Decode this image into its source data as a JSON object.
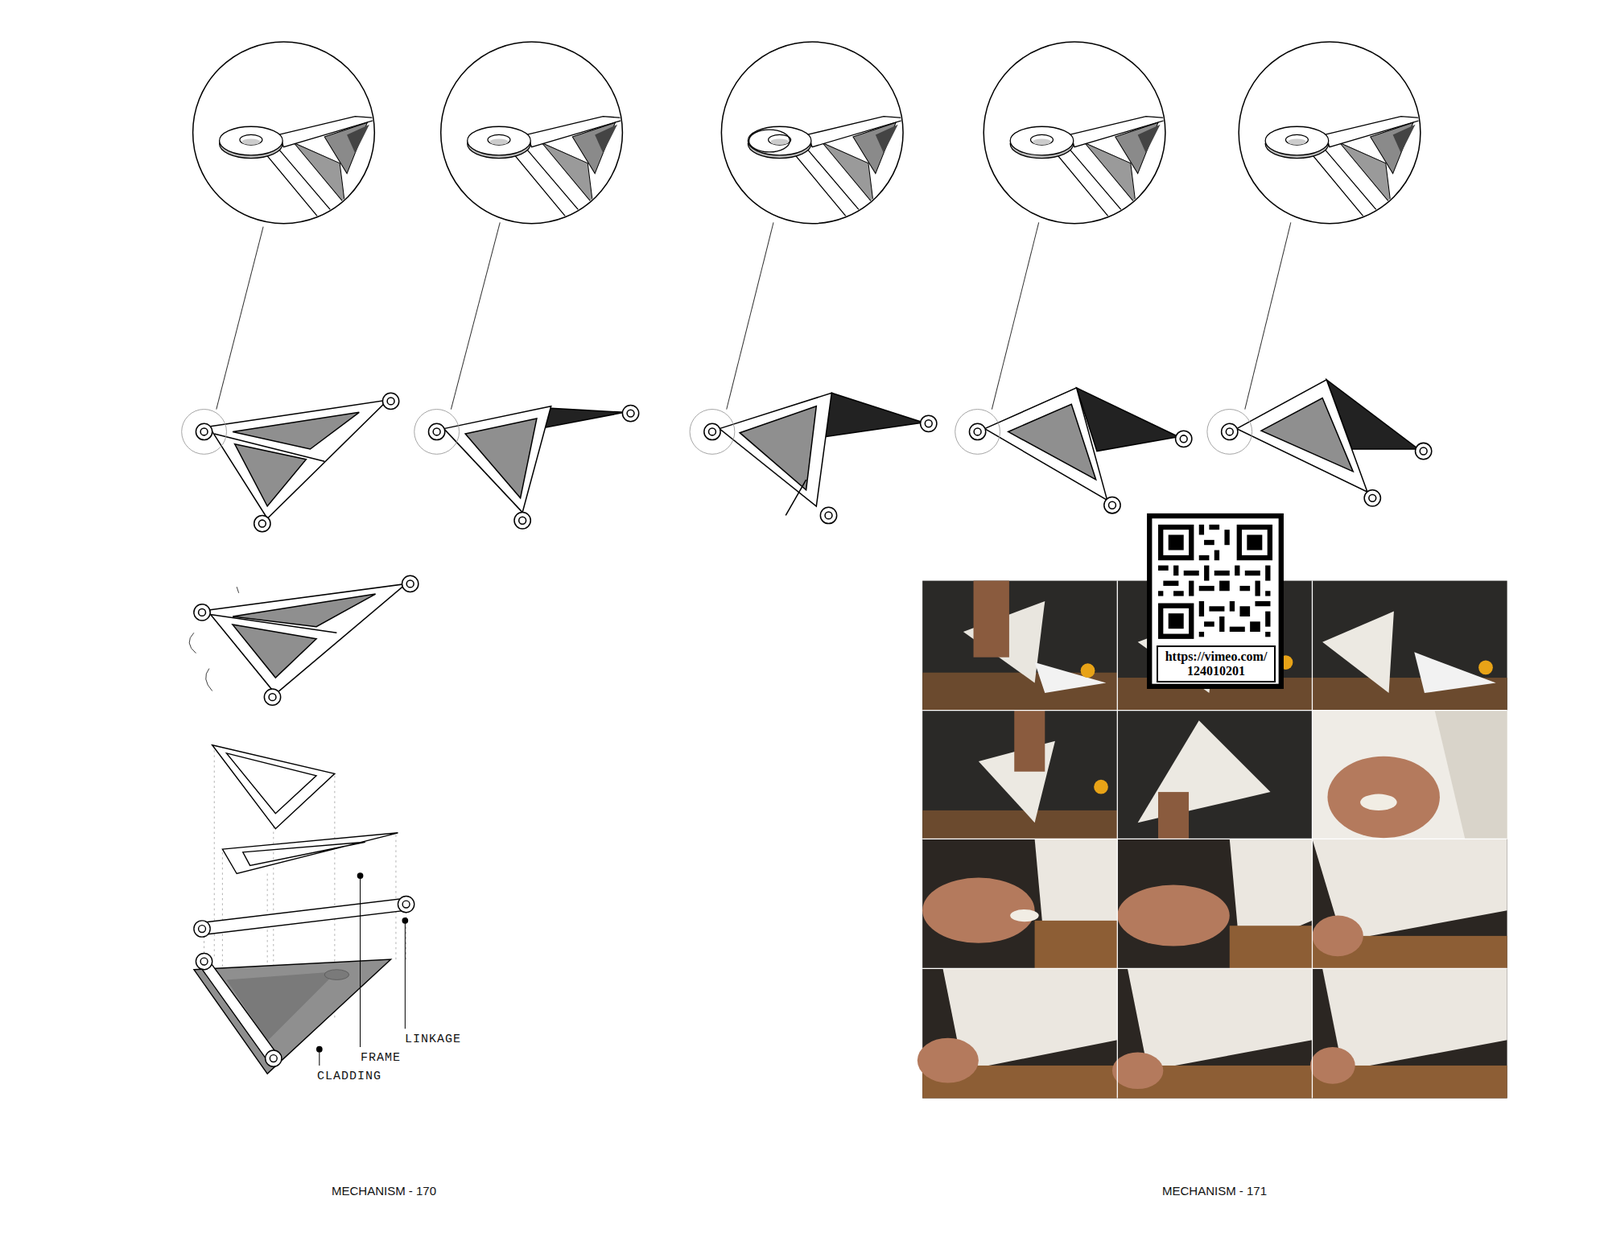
{
  "diagram": {
    "nodes": [
      {
        "text": [
          "https://vimeo.com/ 124010201"
        ]
      }
    ],
    "labels": [
      "LINKAGE",
      "FRAME",
      "CLADDING",
      "MECHANISM - 170",
      "MECHANISM - 171"
    ]
  }
}
